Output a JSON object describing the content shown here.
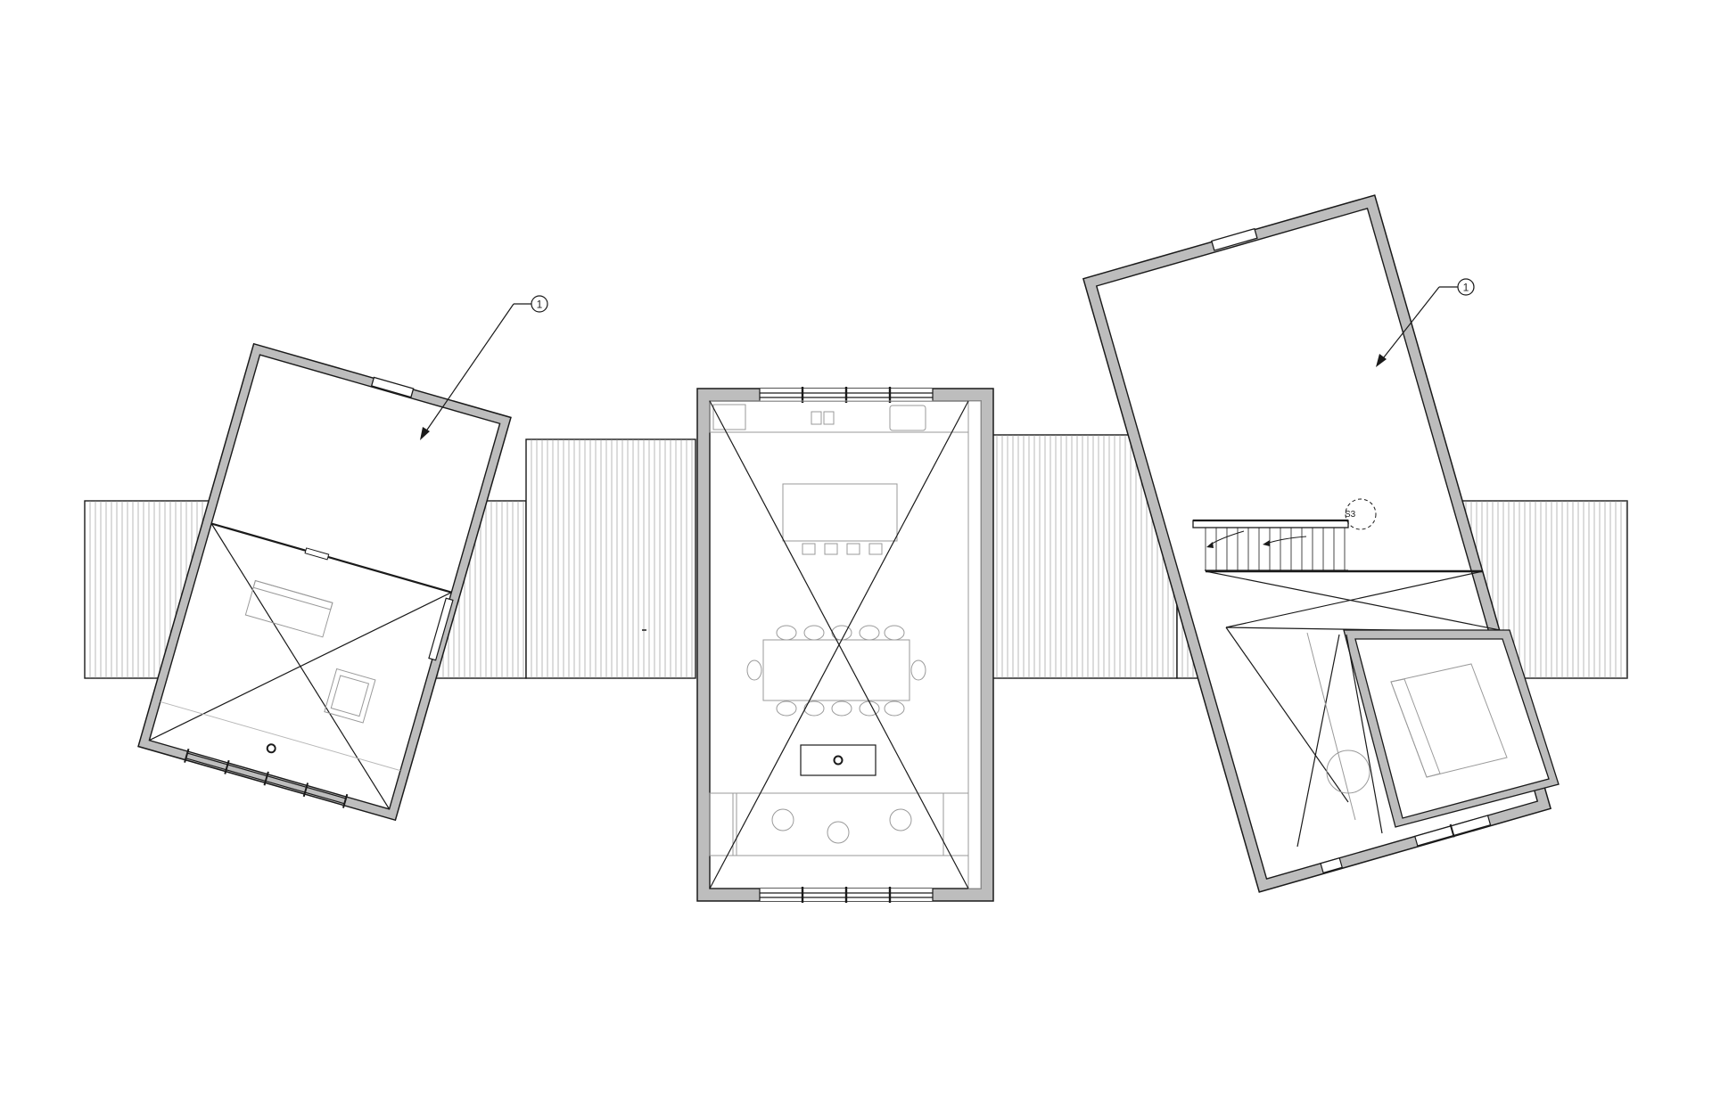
{
  "callouts": [
    {
      "id": "left-pavilion-tag",
      "text": "1"
    },
    {
      "id": "right-pavilion-tag",
      "text": "1"
    }
  ],
  "stair_marker": {
    "text": "S3"
  },
  "colors": {
    "background": "#ffffff",
    "line": "#1a1a1a",
    "wall_fill": "#bdbdbd",
    "light_line": "#9a9a9a",
    "deck_line": "#6e6e6e"
  }
}
